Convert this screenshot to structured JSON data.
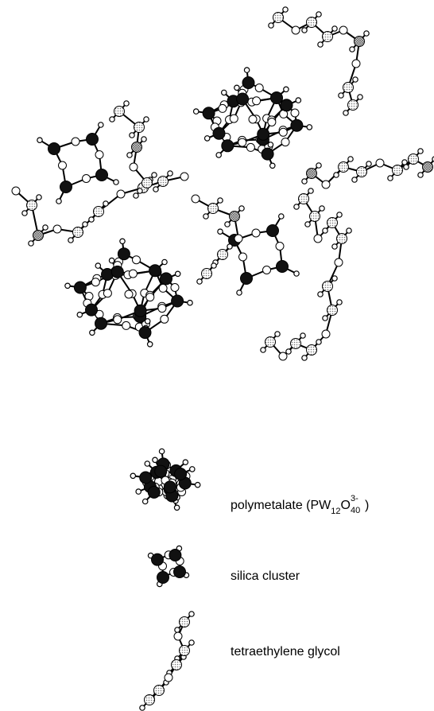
{
  "legend": {
    "polymetalate": {
      "prefix": "polymetalate (PW",
      "sub1": "12",
      "o": "O",
      "sup": "3-",
      "sub2": "40",
      "suffix": ")"
    },
    "silica": {
      "label": "silica cluster"
    },
    "glycol": {
      "label": "tetraethylene glycol"
    }
  },
  "colors": {
    "metal_atom": "#111111",
    "oxygen_atom": "#ffffff",
    "silicon_atom": "#cfcfcf",
    "carbon_atom": "#e8e8e8",
    "bond": "#000000"
  },
  "atom_types": [
    "metal",
    "oxygen",
    "silicon",
    "carbon",
    "hydrogen"
  ]
}
